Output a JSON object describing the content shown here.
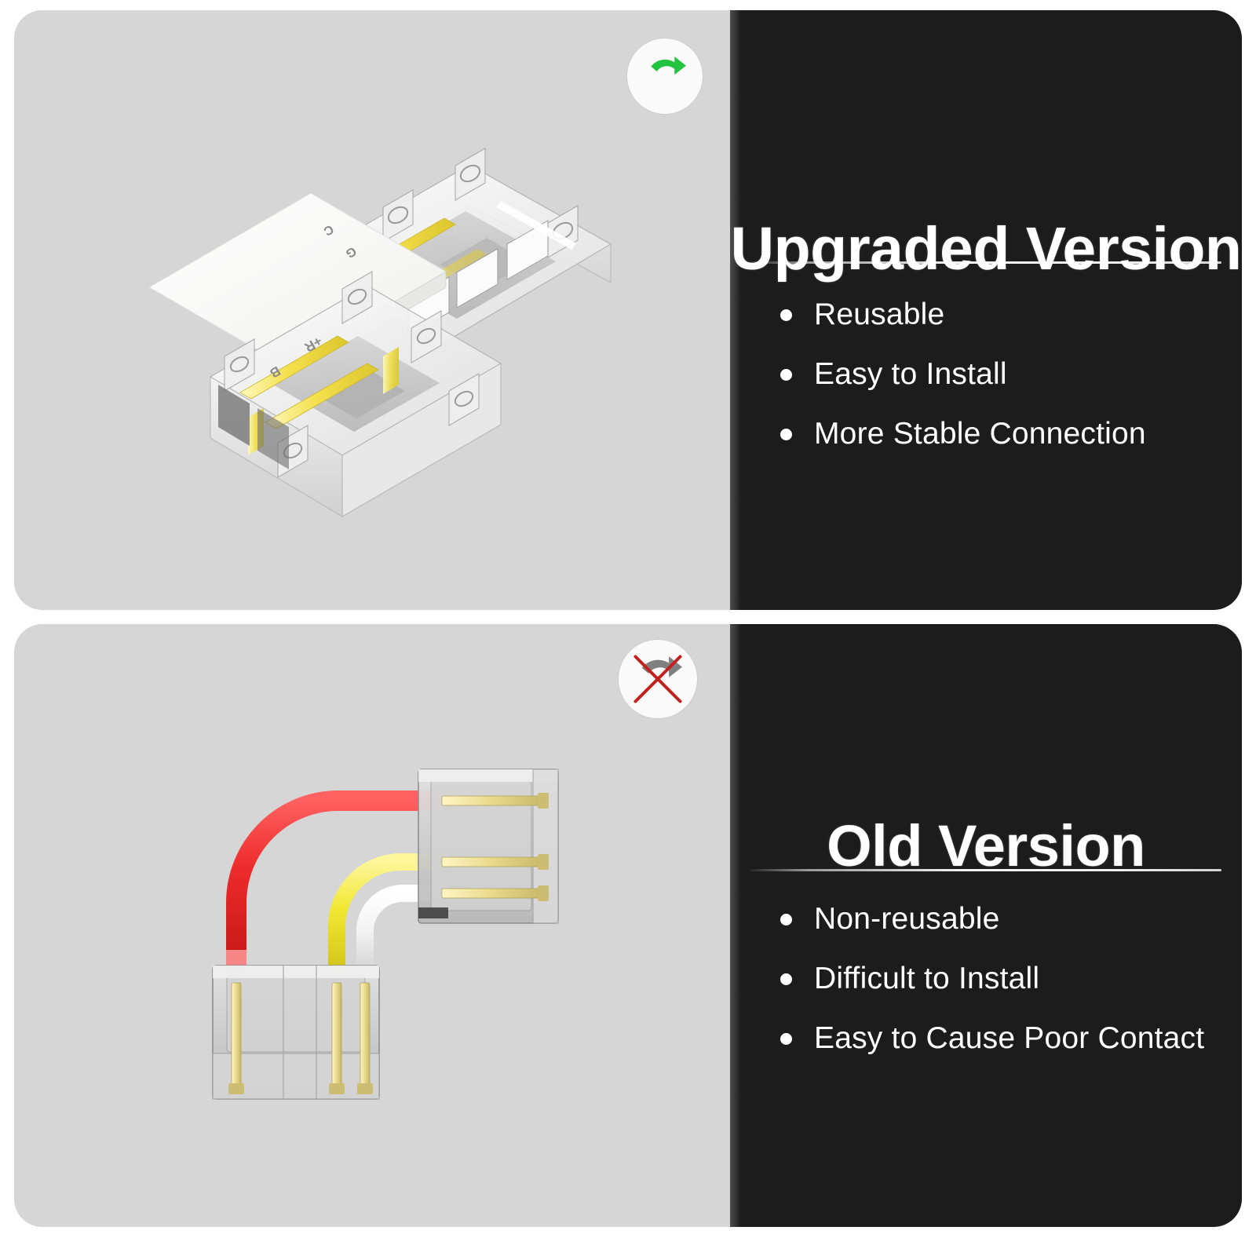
{
  "page": {
    "background": "#ffffff",
    "image_pane_bg": "#d6d6d6",
    "text_pane_bg": "#1c1c1c",
    "accent_green": "#22c33e",
    "accent_red": "#c2221f",
    "gray_icon": "#808080",
    "text_color": "#ffffff"
  },
  "panels": [
    {
      "id": "upgraded",
      "title": "Upgraded Version",
      "badge": {
        "icon": "recycle-icon",
        "state": "allowed",
        "color": "#22c33e"
      },
      "bullets": [
        "Reusable",
        "Easy to Install",
        "More Stable Connection"
      ],
      "product": {
        "name": "l-shaped-solderless-led-connector",
        "pcb_labels": [
          "G",
          "B",
          "+R"
        ],
        "housing_color": "#f2f2f2",
        "contact_color": "#f4e24a"
      }
    },
    {
      "id": "old",
      "title": "Old Version",
      "badge": {
        "icon": "recycle-crossed-out-icon",
        "state": "not-allowed",
        "color": "#808080",
        "cross_color": "#c2221f"
      },
      "bullets": [
        "Non-reusable",
        "Difficult to Install",
        "Easy to Cause Poor Contact"
      ],
      "product": {
        "name": "wired-corner-led-connector",
        "wire_colors": [
          "#ee2b2b",
          "#f2e833",
          "#fcfcfc"
        ],
        "housing_color": "#c9c9c9",
        "contact_color": "#e8d98a"
      }
    }
  ]
}
